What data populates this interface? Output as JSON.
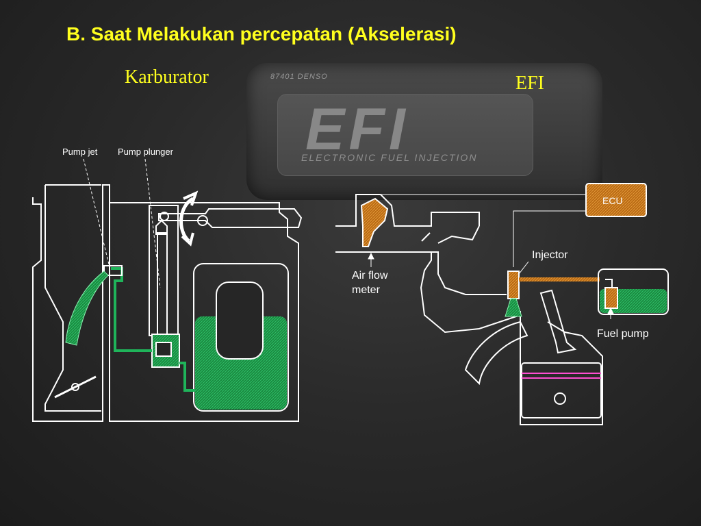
{
  "title": "B. Saat Melakukan percepatan (Akselerasi)",
  "labels": {
    "karburator": "Karburator",
    "efi": "EFI"
  },
  "background": {
    "cover_brand": "EFI",
    "cover_subtitle": "ELECTRONIC FUEL INJECTION",
    "cover_code": "87401 DENSO"
  },
  "carburetor": {
    "pump_jet": "Pump jet",
    "pump_plunger": "Pump plunger"
  },
  "efi_system": {
    "ecu": "ECU",
    "injector": "Injector",
    "air_flow_meter_line1": "Air flow",
    "air_flow_meter_line2": "meter",
    "fuel_pump": "Fuel pump"
  },
  "colors": {
    "title": "#ffff1e",
    "fuel": "#1f9a4a",
    "component": "#c77a1c",
    "line": "#ffffff"
  }
}
